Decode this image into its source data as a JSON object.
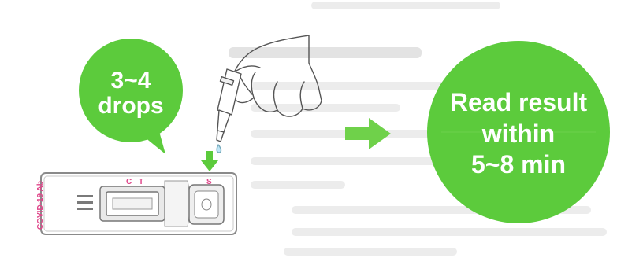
{
  "step_drop": {
    "line1": "3~4",
    "line2": "drops"
  },
  "step_read": {
    "line1": "Read result",
    "line2": "within",
    "line3": "5~8 min"
  },
  "cassette": {
    "brand": "COVID-19 Ab",
    "c_mark": "C",
    "t_mark": "T",
    "s_mark": "S"
  },
  "colors": {
    "green": "#5ccb3c",
    "arrow_green": "#6fd14a",
    "pink": "#e0468a",
    "cassette_outline": "#8a8a8a",
    "faint_text": "#d9d9d9"
  },
  "icons": [
    "hand-with-dropper-icon",
    "drop-arrow-icon",
    "next-step-arrow-icon"
  ]
}
